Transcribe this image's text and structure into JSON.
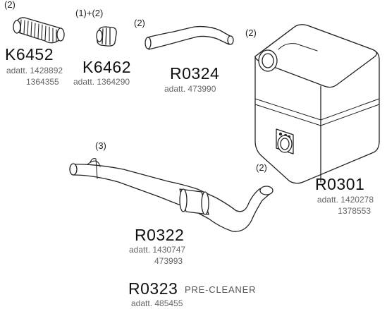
{
  "parts": [
    {
      "id": "k6452",
      "qty": "(2)",
      "code": "K6452",
      "refs": [
        "adatt. 1428892",
        "1364355"
      ]
    },
    {
      "id": "k6462",
      "qty": "(1)+(2)",
      "code": "K6462",
      "refs": [
        "adatt. 1364290"
      ]
    },
    {
      "id": "r0324",
      "qty": "(2)",
      "code": "R0324",
      "refs": [
        "adatt. 473990"
      ]
    },
    {
      "id": "r0301",
      "qty": "(2)",
      "qty2": "(2)",
      "code": "R0301",
      "refs": [
        "adatt. 1420278",
        "1378553"
      ]
    },
    {
      "id": "r0322",
      "qty": "(3)",
      "code": "R0322",
      "refs": [
        "adatt. 1430747",
        "473993"
      ]
    },
    {
      "id": "r0323",
      "code": "R0323",
      "note": "PRE-CLEANER",
      "refs": [
        "adatt. 485455"
      ]
    }
  ]
}
